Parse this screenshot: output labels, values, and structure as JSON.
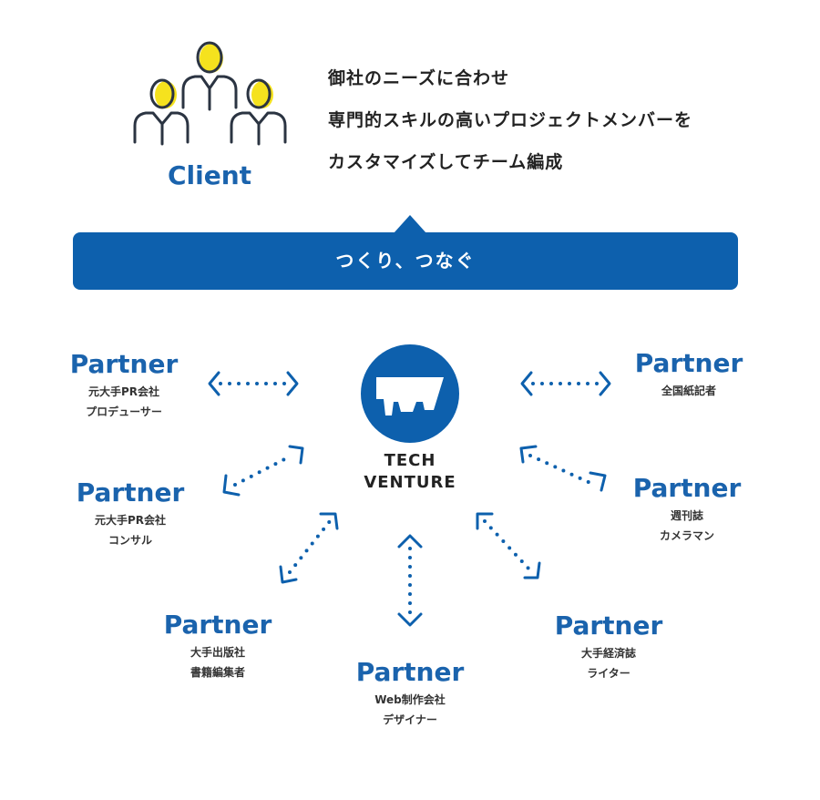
{
  "client": {
    "label": "Client",
    "icon": "people-group-icon"
  },
  "description": {
    "lines": [
      "御社のニーズに合わせ",
      "専門的スキルの高いプロジェクトメンバーを",
      "カスタマイズしてチーム編成"
    ]
  },
  "banner": {
    "text": "つくり、つなぐ"
  },
  "center": {
    "line1": "TECH",
    "line2": "VENTURE",
    "icon": "tech-venture-logo"
  },
  "partners": [
    {
      "title": "Partner",
      "desc1": "元大手PR会社",
      "desc2": "プロデューサー"
    },
    {
      "title": "Partner",
      "desc1": "全国紙記者",
      "desc2": ""
    },
    {
      "title": "Partner",
      "desc1": "元大手PR会社",
      "desc2": "コンサル"
    },
    {
      "title": "Partner",
      "desc1": "週刊誌",
      "desc2": "カメラマン"
    },
    {
      "title": "Partner",
      "desc1": "大手出版社",
      "desc2": "書籍編集者"
    },
    {
      "title": "Partner",
      "desc1": "大手経済誌",
      "desc2": "ライター"
    },
    {
      "title": "Partner",
      "desc1": "Web制作会社",
      "desc2": "デザイナー"
    }
  ],
  "colors": {
    "brand_blue": "#0d60ad",
    "title_blue": "#1a63ad",
    "accent_yellow": "#f5e21e",
    "outline": "#2b3442"
  }
}
